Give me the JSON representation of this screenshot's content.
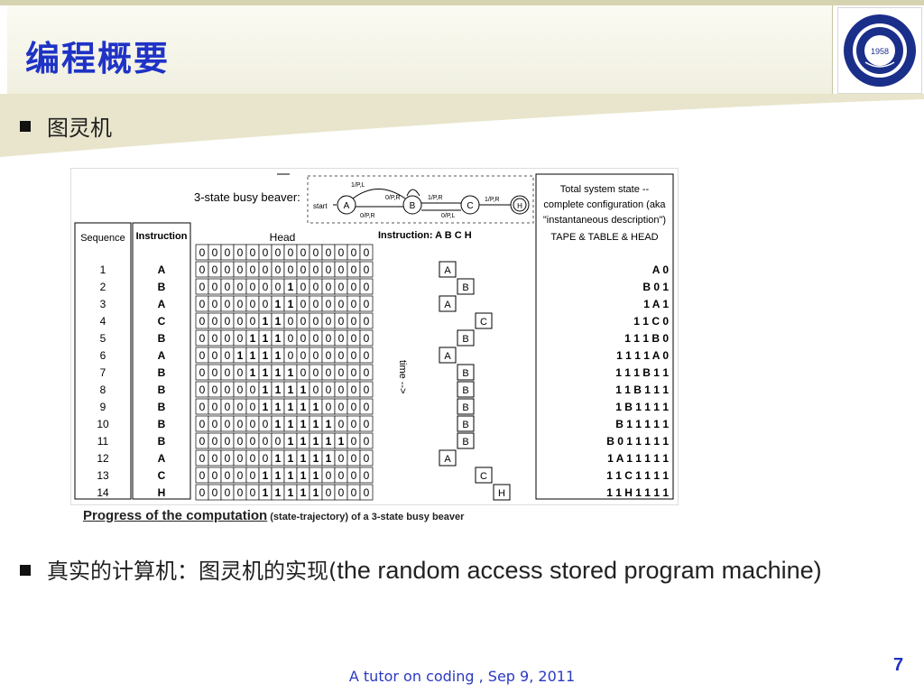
{
  "slide": {
    "title": "编程概要",
    "bullet1": "图灵机",
    "bullet2_cn": "真实的计算机：图灵机的实现(",
    "bullet2_en": "the random access stored program machine)",
    "footer": "A tutor on coding , Sep 9, 2011",
    "page_number": "7",
    "logo_year": "1958"
  },
  "figure": {
    "diagram_label": "3-state busy beaver:",
    "states": [
      "A",
      "B",
      "C",
      "H"
    ],
    "start_label": "start",
    "transition_labels": [
      "1/P,L",
      "0/P,R",
      "1/P,R",
      "0/P,R",
      "0/P,L",
      "1/P,R"
    ],
    "box_header": [
      "Total system state --",
      "complete configuration (aka",
      "\"instantaneous description\")",
      "TAPE & TABLE & HEAD"
    ],
    "col_sequence": "Sequence",
    "col_instruction": "Instruction",
    "col_head": "Head",
    "instr_header": "Instruction: A B C H",
    "time_label": "time -->",
    "sequence": [
      "1",
      "2",
      "3",
      "4",
      "5",
      "6",
      "7",
      "8",
      "9",
      "10",
      "11",
      "12",
      "13",
      "14"
    ],
    "instructions": [
      "A",
      "B",
      "A",
      "C",
      "B",
      "A",
      "B",
      "B",
      "B",
      "B",
      "B",
      "A",
      "C",
      "H"
    ],
    "tape_initial": "00000000000000",
    "tape": [
      "00000000000000",
      "00000001000000",
      "00000011000000",
      "00000110000000",
      "00001110000000",
      "00011110000000",
      "00001111000000",
      "00000111100000",
      "00000111110000",
      "00000011111000",
      "00000001111100",
      "00000011111000",
      "00000111110000",
      "00000111110000"
    ],
    "states_col": [
      "A 0",
      "B 0 1",
      "1 A 1",
      "1 1 C 0",
      "1 1 1 B 0",
      "1 1 1 1 A 0",
      "1 1 1 B 1 1",
      "1 1 B 1 1 1",
      "1 B 1 1 1 1",
      "B 1 1 1 1 1",
      "B 0 1 1 1 1 1",
      "1 A 1 1 1 1 1",
      "1 1 C 1 1 1 1",
      "1 1 H 1 1 1 1"
    ],
    "caption_main": "Progress of the computation",
    "caption_sub": " (state-trajectory) of a 3-state busy beaver"
  }
}
